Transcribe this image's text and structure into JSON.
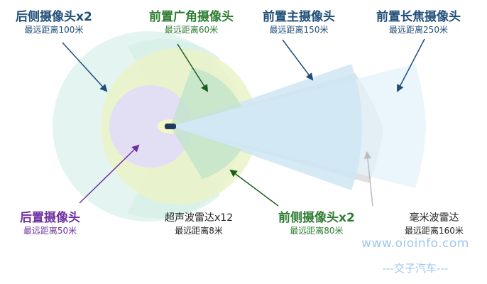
{
  "labels": {
    "rear_side": {
      "title": "后侧摄像头x2",
      "range": "最远距离100米"
    },
    "front_wide": {
      "title": "前置广角摄像头",
      "range": "最远距离60米"
    },
    "front_main": {
      "title": "前置主摄像头",
      "range": "最远距离150米"
    },
    "front_tele": {
      "title": "前置长焦摄像头",
      "range": "最远距离250米"
    },
    "rear_cam": {
      "title": "后置摄像头",
      "range": "最远距离50米"
    },
    "ultrasonic": {
      "title": "超声波雷达x12",
      "range": "最远距离8米"
    },
    "front_side": {
      "title": "前侧摄像头x2",
      "range": "最远距离80米"
    },
    "radar": {
      "title": "毫米波雷达",
      "range": "最远距离160米"
    }
  },
  "watermark": {
    "site": "www.oioinfo.com",
    "brand": "---交子汽车---"
  },
  "colors": {
    "blue_label": "#1f4e79",
    "green_label": "#2e7d32",
    "purple_label": "#7030a0",
    "rear_side_zone": "#dff3ef",
    "wide_zone": "#eaf3c8",
    "main_zone": "#cfe6f5",
    "tele_zone": "#e3f1fb",
    "radar_zone": "#dedede",
    "rear_zone": "#e2dcf6",
    "ultrasonic_zone": "#f3f7c4"
  }
}
